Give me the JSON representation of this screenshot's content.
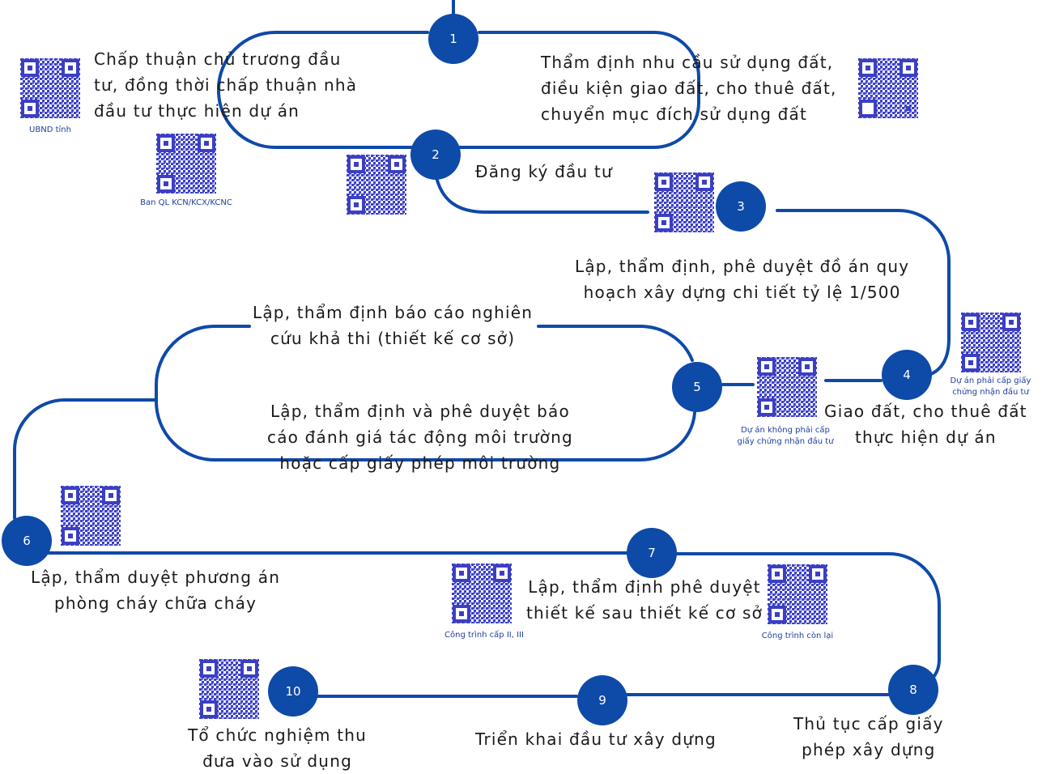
{
  "colors": {
    "line": "#0e4aa8",
    "circle": "#0e4aa8",
    "qr": "#3b3fc4"
  },
  "icons": {
    "qr": "qr-code-icon"
  },
  "steps": [
    {
      "num": "1",
      "lines": [
        "Chấp thuận chủ trương đầu",
        "tư, đồng thời chấp thuận nhà",
        "đầu tư thực hiện dự án"
      ]
    },
    {
      "num": "",
      "lines": [
        "Thẩm định nhu cầu sử dụng đất,",
        "điều kiện giao đất, cho thuê đất,",
        "chuyển mục đích sử dụng đất"
      ]
    },
    {
      "num": "2",
      "lines": [
        "Đăng ký đầu tư"
      ]
    },
    {
      "num": "3",
      "lines": [
        "Lập, thẩm định, phê duyệt  đồ án quy",
        "hoạch xây dựng chi tiết tỷ lệ 1/500"
      ]
    },
    {
      "num": "4",
      "lines": [
        "Giao đất, cho thuê đất",
        "thực hiện dự án"
      ]
    },
    {
      "num": "5",
      "lines": [
        "Lập, thẩm định báo cáo nghiên",
        "cứu khả thi (thiết kế cơ sở)"
      ]
    },
    {
      "num": "",
      "lines": [
        "Lập, thẩm định và phê duyệt báo",
        "cáo đánh giá tác động môi trường",
        "hoặc cấp giấy phép môi trường"
      ]
    },
    {
      "num": "6",
      "lines": [
        "Lập, thẩm duyệt phương án",
        "phòng cháy chữa cháy"
      ]
    },
    {
      "num": "7",
      "lines": [
        "Lập, thẩm định phê duyệt",
        "thiết kế sau thiết kế cơ sở"
      ]
    },
    {
      "num": "8",
      "lines": [
        "Thủ tục cấp giấy",
        "phép xây dựng"
      ]
    },
    {
      "num": "9",
      "lines": [
        "Triển khai đầu tư xây dựng"
      ]
    },
    {
      "num": "10",
      "lines": [
        "Tổ chức nghiệm thu",
        "đưa vào sử dụng"
      ]
    }
  ],
  "qr_captions": [
    [
      "UBND tỉnh"
    ],
    [
      "Ban QL KCN/KCX/KCNC"
    ],
    [
      "Dự án phải cấp giấy",
      "chứng nhận đầu tư"
    ],
    [
      "Dự án không phải cấp",
      "giấy chứng nhận đầu tư"
    ],
    [
      "Công trình cấp II, III"
    ],
    [
      "Công trình còn lại"
    ]
  ]
}
